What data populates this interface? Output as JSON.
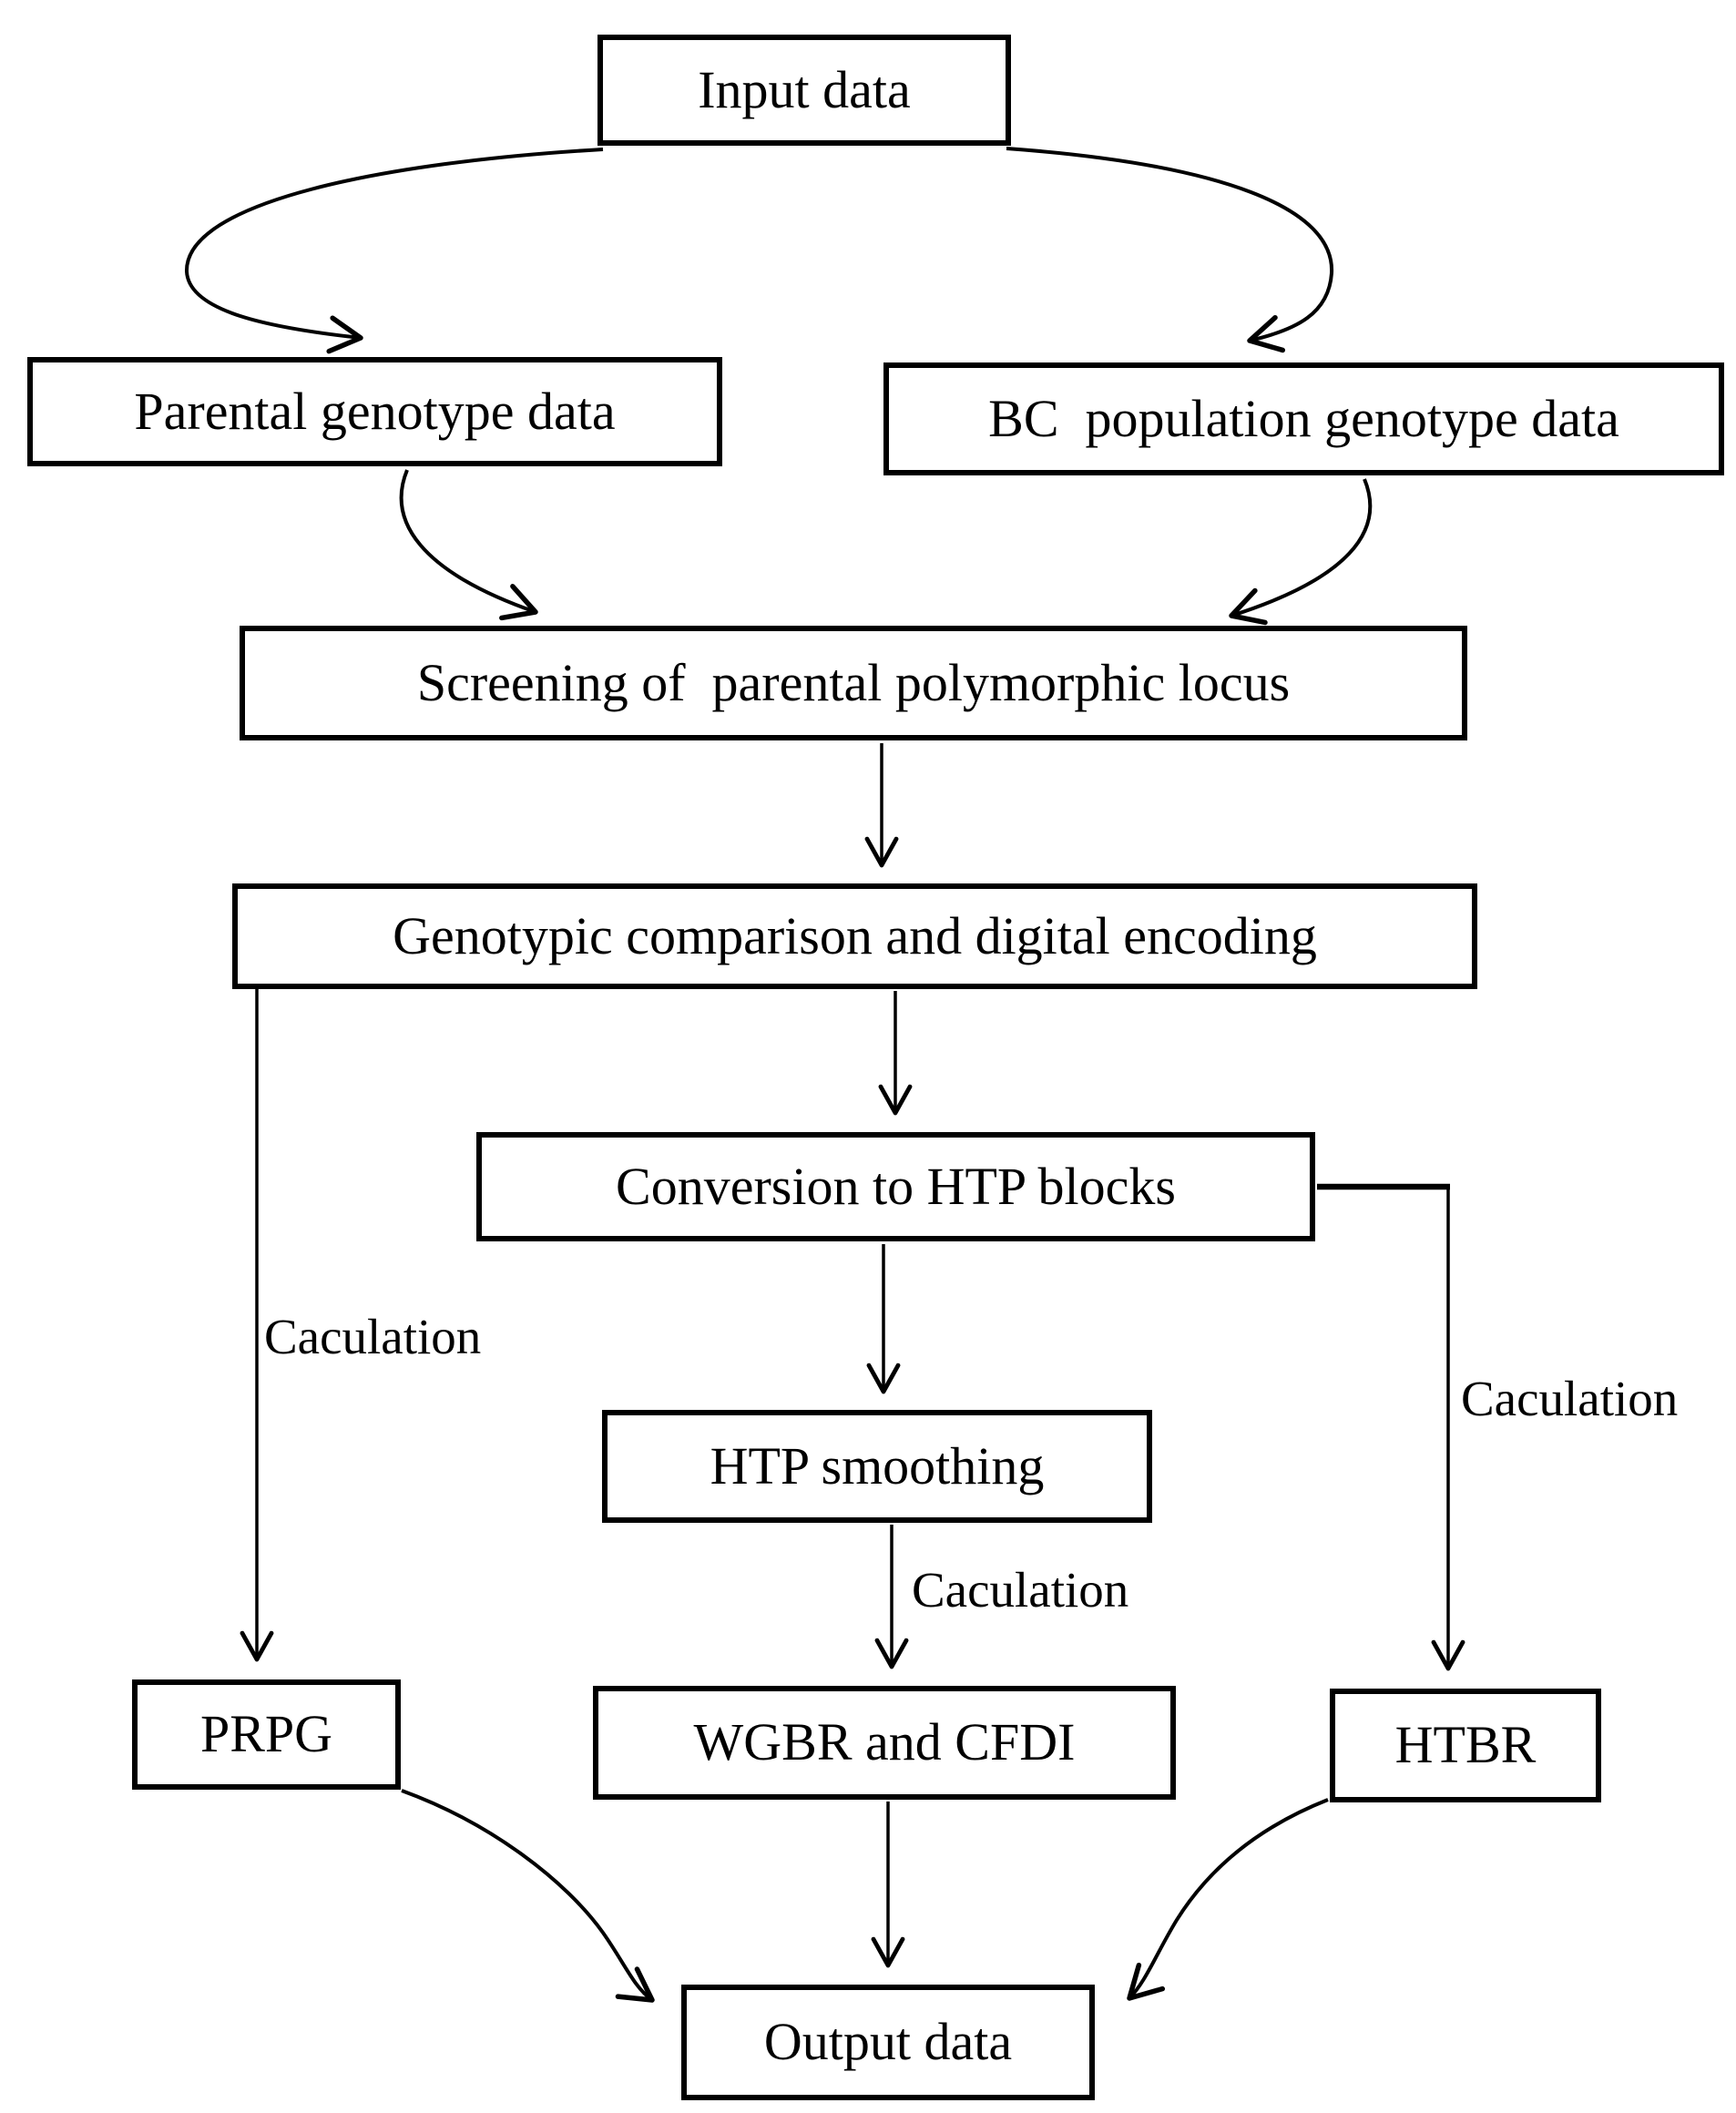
{
  "figure": {
    "type": "flowchart",
    "background_color": "#ffffff",
    "stroke_color": "#000000",
    "nodes": [
      {
        "id": "input",
        "label": "Input data"
      },
      {
        "id": "parental",
        "label": "Parental genotype data"
      },
      {
        "id": "bc",
        "label": "BC  population genotype data"
      },
      {
        "id": "screening",
        "label": "Screening of  parental polymorphic locus"
      },
      {
        "id": "genotypic",
        "label": "Genotypic comparison and digital encoding"
      },
      {
        "id": "conversion",
        "label": "Conversion to HTP blocks"
      },
      {
        "id": "htp",
        "label": "HTP smoothing"
      },
      {
        "id": "prpg",
        "label": "PRPG"
      },
      {
        "id": "wgbr",
        "label": "WGBR and CFDI"
      },
      {
        "id": "htbr",
        "label": "HTBR"
      },
      {
        "id": "output",
        "label": "Output data"
      }
    ],
    "edges": [
      {
        "from": "input",
        "to": "parental",
        "label": ""
      },
      {
        "from": "input",
        "to": "bc",
        "label": ""
      },
      {
        "from": "parental",
        "to": "screening",
        "label": ""
      },
      {
        "from": "bc",
        "to": "screening",
        "label": ""
      },
      {
        "from": "screening",
        "to": "genotypic",
        "label": ""
      },
      {
        "from": "genotypic",
        "to": "conversion",
        "label": ""
      },
      {
        "from": "conversion",
        "to": "htp",
        "label": ""
      },
      {
        "from": "htp",
        "to": "wgbr",
        "label": "Caculation"
      },
      {
        "from": "wgbr",
        "to": "output",
        "label": ""
      },
      {
        "from": "genotypic",
        "to": "prpg",
        "label": "Caculation"
      },
      {
        "from": "conversion",
        "to": "htbr",
        "label": "Caculation"
      },
      {
        "from": "prpg",
        "to": "output",
        "label": ""
      },
      {
        "from": "htbr",
        "to": "output",
        "label": ""
      }
    ]
  }
}
